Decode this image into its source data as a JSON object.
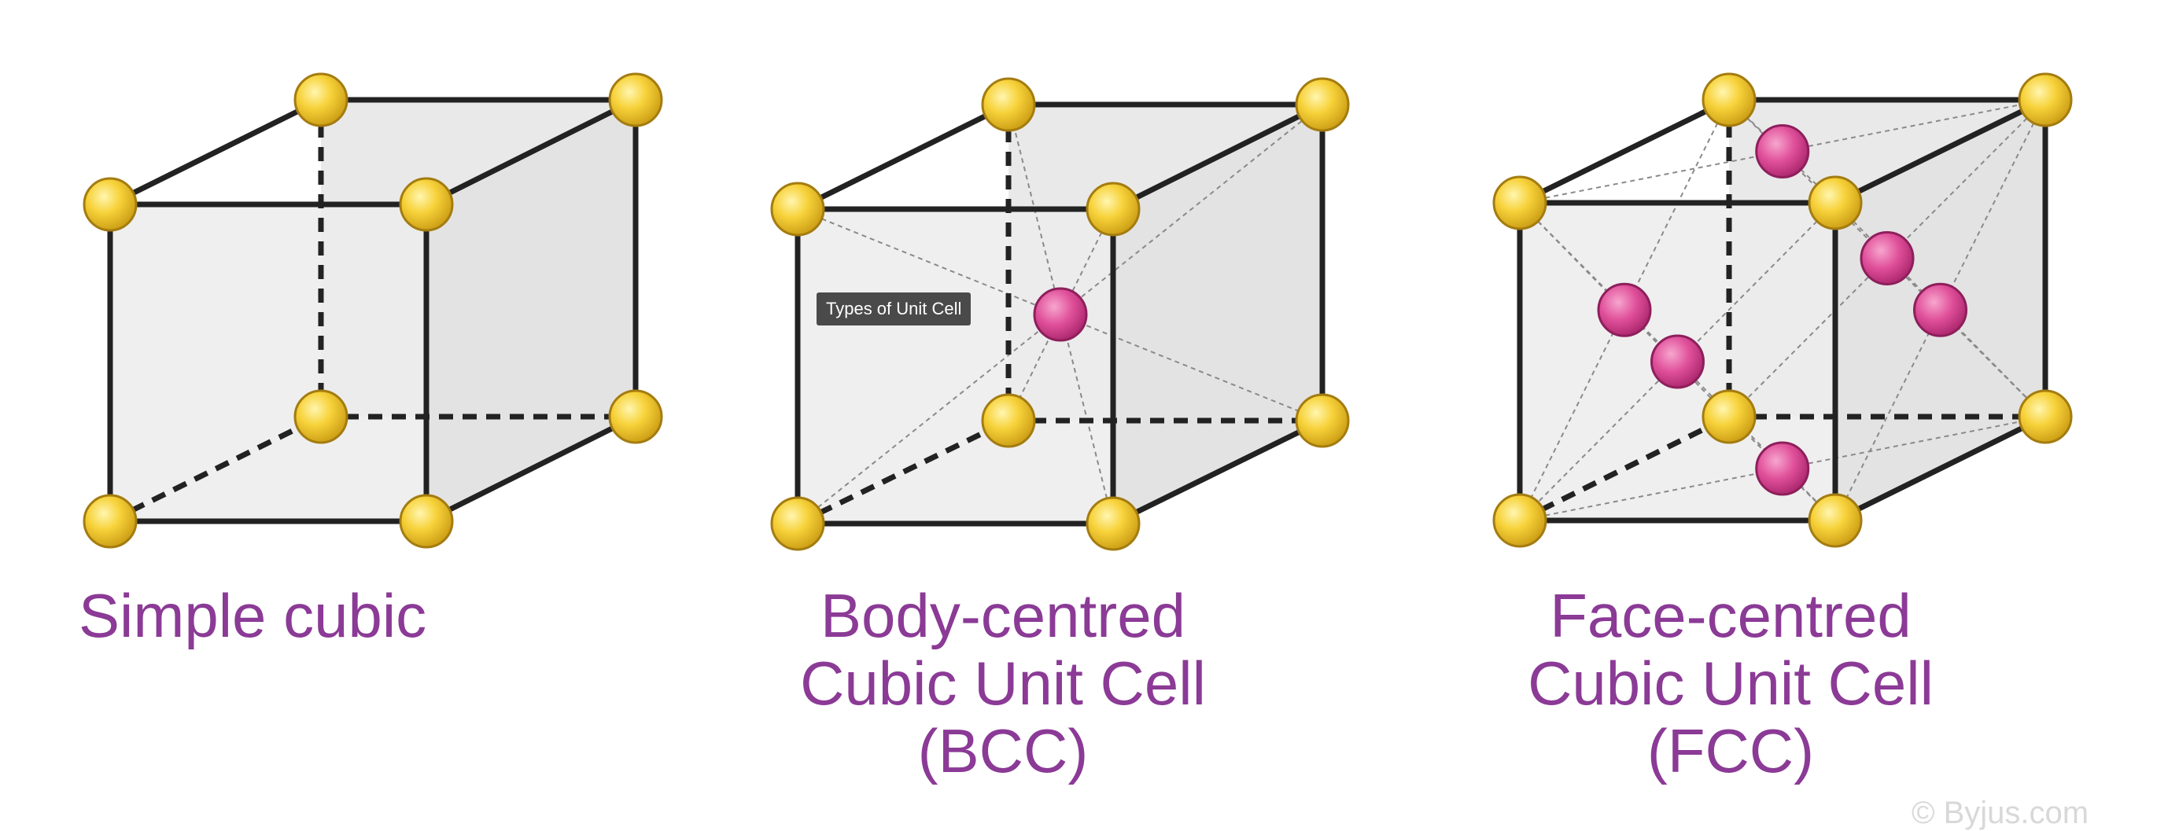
{
  "captions": {
    "simple": [
      "Simple cubic"
    ],
    "bcc": [
      "Body-centred",
      "Cubic Unit Cell",
      "(BCC)"
    ],
    "fcc": [
      "Face-centred",
      "Cubic Unit Cell",
      "(FCC)"
    ]
  },
  "tooltip": "Types of Unit Cell",
  "watermark": "© Byjus.com",
  "colors": {
    "caption": "#8b3a96",
    "corner_atom": "#f7d23a",
    "center_atom": "#e0509a",
    "face_fill": "#e9e9e9",
    "edge": "#222222"
  },
  "cells": [
    {
      "name": "simple-cubic",
      "center_atoms": "none"
    },
    {
      "name": "body-centred-cubic",
      "center_atoms": "body"
    },
    {
      "name": "face-centred-cubic",
      "center_atoms": "faces"
    }
  ]
}
